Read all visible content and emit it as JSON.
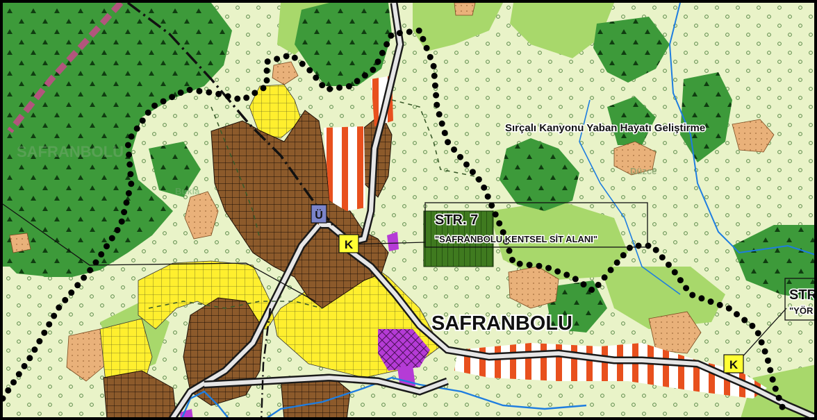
{
  "map": {
    "labels": {
      "city": "SAFRANBOLU",
      "canyon": "Sırçalı Kanyonu Yaban Hayatı Geliştirme",
      "district_faint": "SAFRANBOLU",
      "village_buk": "Bukla",
      "village_duzce": "Düzce"
    },
    "callouts": [
      {
        "code": "STR. 7",
        "text": "\"SAFRANBOLU KENTSEL SİT ALANI\""
      },
      {
        "code": "STR",
        "text": "\"YÖR"
      }
    ],
    "symbols": [
      {
        "letter": "K",
        "fill": "#ffff33"
      },
      {
        "letter": "Ü",
        "fill": "#7b84c9"
      },
      {
        "letter": "K",
        "fill": "#ffff33"
      }
    ]
  },
  "colors": {
    "forest": "#3d9a3a",
    "forest_dark": "#2f8a2d",
    "agriculture": "#e9f3c8",
    "meadow": "#a8d86b",
    "urban": "#8c5a2b",
    "yellow_dev": "#ffef2e",
    "orange_patch": "#e9b17a",
    "red_stripe": "#e8501e",
    "purple": "#b53bd6",
    "blue_symbol": "#7b84c9",
    "river": "#1e7de0",
    "road_core": "#e6e6e6",
    "road_edge": "#1a1a1a"
  }
}
